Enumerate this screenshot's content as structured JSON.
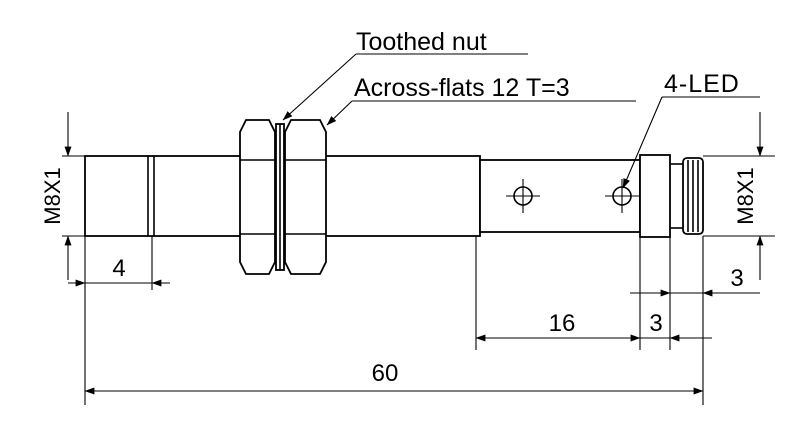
{
  "callouts": {
    "toothed_nut": "Toothed nut",
    "across_flats": "Across-flats 12 T=3",
    "led": "4-LED"
  },
  "dimensions": {
    "thread_left": "M8X1",
    "thread_right": "M8X1",
    "thread_length": "4",
    "sensor_length": "16",
    "body_step": "3",
    "connector_step": "3",
    "overall_length": "60"
  }
}
